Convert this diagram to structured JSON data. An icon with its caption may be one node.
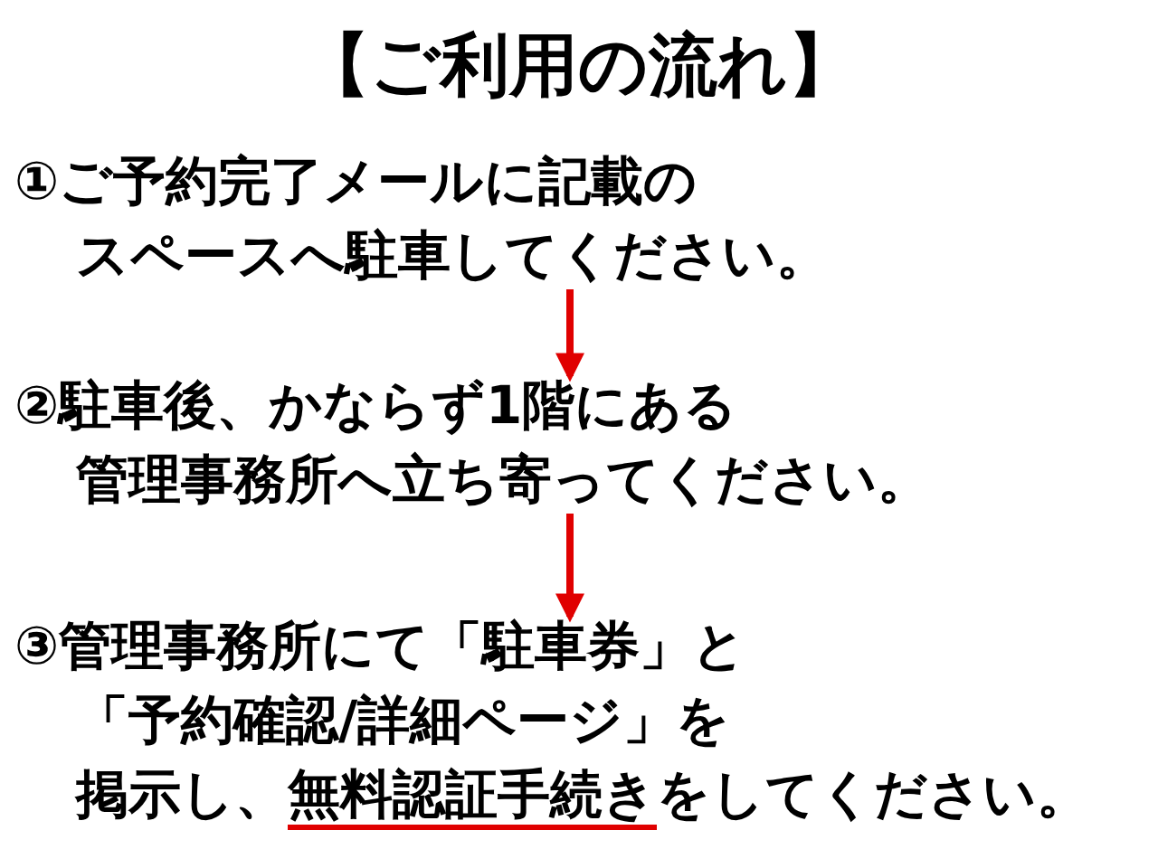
{
  "diagram": {
    "title": "【ご利用の流れ】",
    "nodes": [
      {
        "text": [
          "①ご予約完了メールに記載のスペースへ駐車してください。"
        ]
      },
      {
        "text": [
          "②駐車後、かならず1階にある管理事務所へ立ち寄ってください。"
        ]
      },
      {
        "text": [
          "③管理事務所にて「駐車券」と「予約確認/詳細ページ」を掲示し、無料認証手続きをしてください。"
        ]
      }
    ],
    "edges": [
      {
        "from": 0,
        "to": 1,
        "arrow": "to"
      },
      {
        "from": 1,
        "to": 2,
        "arrow": "to"
      }
    ]
  }
}
